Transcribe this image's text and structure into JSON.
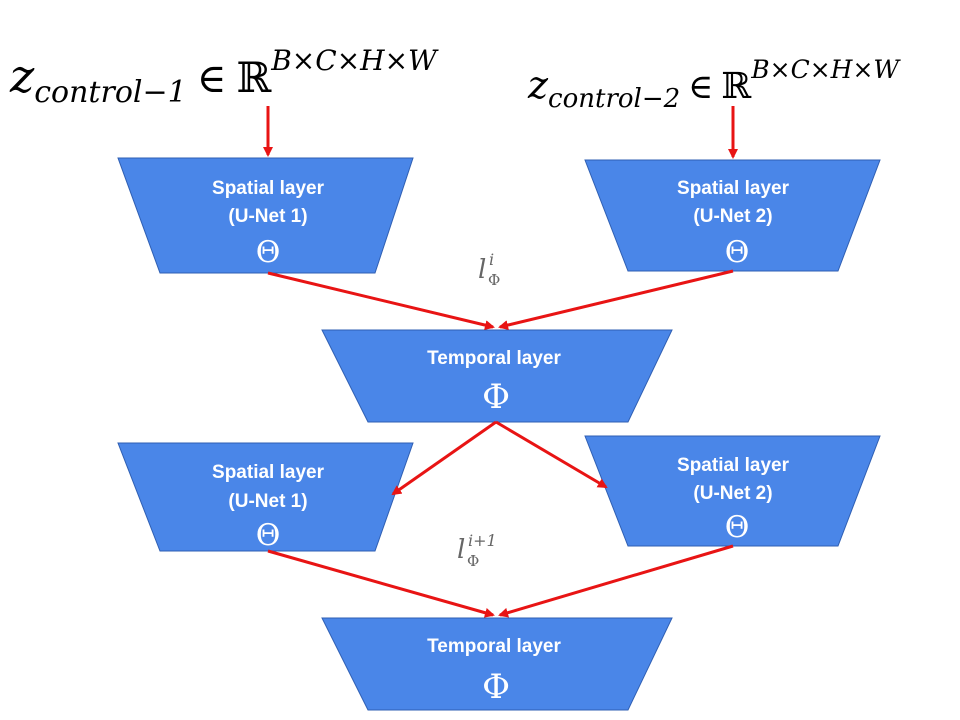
{
  "inputs": {
    "left": {
      "z": "z",
      "subscript": "control−1",
      "in": "∈",
      "set": "ℝ",
      "superscript": "B×C×H×W"
    },
    "right": {
      "z": "z",
      "subscript": "control−2",
      "in": "∈",
      "set": "ℝ",
      "superscript": "B×C×H×W"
    }
  },
  "blocks": {
    "spatial_1a": {
      "line1": "Spatial layer",
      "line2": "(U-Net 1)",
      "symbol": "Θ"
    },
    "spatial_2a": {
      "line1": "Spatial layer",
      "line2": "(U-Net 2)",
      "symbol": "Θ"
    },
    "temporal_a": {
      "line1": "Temporal layer",
      "symbol": "Φ"
    },
    "spatial_1b": {
      "line1": "Spatial layer",
      "line2": "(U-Net 1)",
      "symbol": "Θ"
    },
    "spatial_2b": {
      "line1": "Spatial layer",
      "line2": "(U-Net 2)",
      "symbol": "Θ"
    },
    "temporal_b": {
      "line1": "Temporal layer",
      "symbol": "Φ"
    }
  },
  "edge_labels": {
    "l_i": {
      "base": "l",
      "sup": "i",
      "sub": "Φ"
    },
    "l_i1": {
      "base": "l",
      "sup": "i+1",
      "sub": "Φ"
    }
  },
  "colors": {
    "block_fill": "#4a86e8",
    "block_stroke": "#2f5fb3",
    "arrow": "#e81414"
  }
}
